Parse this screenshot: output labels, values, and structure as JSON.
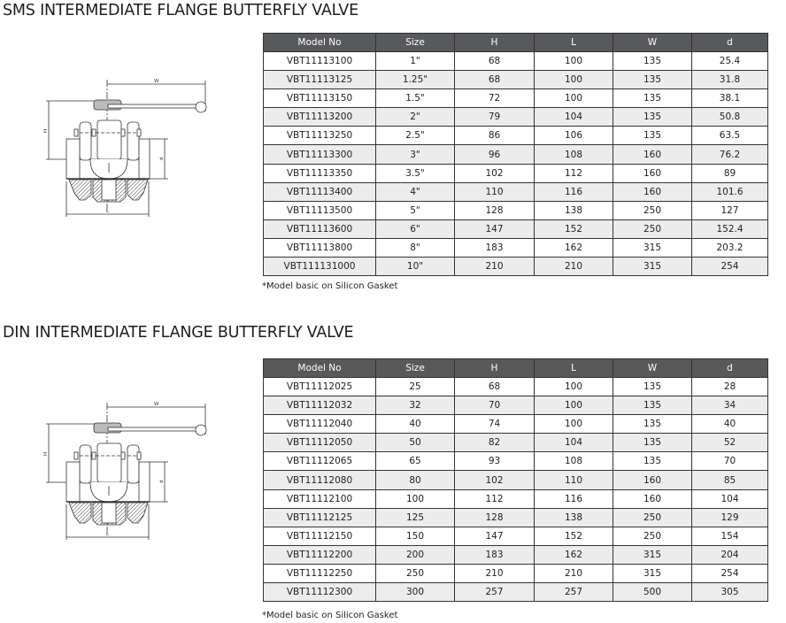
{
  "sections": [
    {
      "title": "SMS INTERMEDIATE FLANGE BUTTERFLY VALVE",
      "diagram_labels": {
        "w": "W",
        "h": "H",
        "d": "d",
        "l": "L"
      },
      "columns": [
        "Model No",
        "Size",
        "H",
        "L",
        "W",
        "d"
      ],
      "rows": [
        [
          "VBT11113100",
          "1\"",
          "68",
          "100",
          "135",
          "25.4"
        ],
        [
          "VBT11113125",
          "1.25\"",
          "68",
          "100",
          "135",
          "31.8"
        ],
        [
          "VBT11113150",
          "1.5\"",
          "72",
          "100",
          "135",
          "38.1"
        ],
        [
          "VBT11113200",
          "2\"",
          "79",
          "104",
          "135",
          "50.8"
        ],
        [
          "VBT11113250",
          "2.5\"",
          "86",
          "106",
          "135",
          "63.5"
        ],
        [
          "VBT11113300",
          "3\"",
          "96",
          "108",
          "160",
          "76.2"
        ],
        [
          "VBT11113350",
          "3.5\"",
          "102",
          "112",
          "160",
          "89"
        ],
        [
          "VBT11113400",
          "4\"",
          "110",
          "116",
          "160",
          "101.6"
        ],
        [
          "VBT11113500",
          "5\"",
          "128",
          "138",
          "250",
          "127"
        ],
        [
          "VBT11113600",
          "6\"",
          "147",
          "152",
          "250",
          "152.4"
        ],
        [
          "VBT11113800",
          "8\"",
          "183",
          "162",
          "315",
          "203.2"
        ],
        [
          "VBT111131000",
          "10\"",
          "210",
          "210",
          "315",
          "254"
        ]
      ],
      "note": "*Model basic on Silicon Gasket"
    },
    {
      "title": "DIN INTERMEDIATE FLANGE BUTTERFLY VALVE",
      "diagram_labels": {
        "w": "W",
        "h": "H",
        "d": "d",
        "l": "L"
      },
      "columns": [
        "Model No",
        "Size",
        "H",
        "L",
        "W",
        "d"
      ],
      "rows": [
        [
          "VBT11112025",
          "25",
          "68",
          "100",
          "135",
          "28"
        ],
        [
          "VBT11112032",
          "32",
          "70",
          "100",
          "135",
          "34"
        ],
        [
          "VBT11112040",
          "40",
          "74",
          "100",
          "135",
          "40"
        ],
        [
          "VBT11112050",
          "50",
          "82",
          "104",
          "135",
          "52"
        ],
        [
          "VBT11112065",
          "65",
          "93",
          "108",
          "135",
          "70"
        ],
        [
          "VBT11112080",
          "80",
          "102",
          "110",
          "160",
          "85"
        ],
        [
          "VBT11112100",
          "100",
          "112",
          "116",
          "160",
          "104"
        ],
        [
          "VBT11112125",
          "125",
          "128",
          "138",
          "250",
          "129"
        ],
        [
          "VBT11112150",
          "150",
          "147",
          "152",
          "250",
          "154"
        ],
        [
          "VBT11112200",
          "200",
          "183",
          "162",
          "315",
          "204"
        ],
        [
          "VBT11112250",
          "250",
          "210",
          "210",
          "315",
          "254"
        ],
        [
          "VBT11112300",
          "300",
          "257",
          "257",
          "500",
          "305"
        ]
      ],
      "note": "*Model basic on Silicon Gasket"
    }
  ]
}
